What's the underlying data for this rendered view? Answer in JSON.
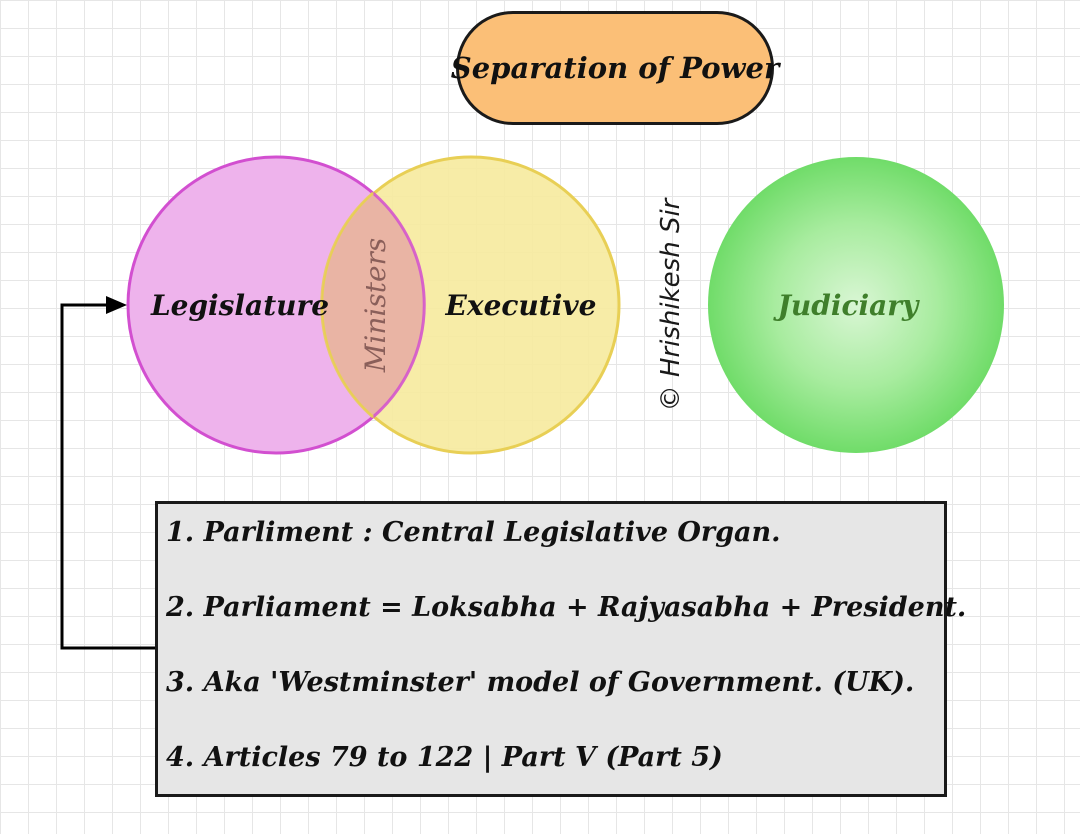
{
  "title": "Separation of Power",
  "circles": {
    "legislature": "Legislature",
    "ministers": "Ministers",
    "executive": "Executive",
    "judiciary": "Judiciary"
  },
  "credit": "© Hrishikesh Sir",
  "notes": [
    "1. Parliment : Central Legislative Organ.",
    "2. Parliament = Loksabha + Rajyasabha + President.",
    "3. Aka 'Westminster' model of Government. (UK).",
    "4. Articles 79 to 122 | Part V (Part 5)"
  ],
  "colors": {
    "title_fill": "#fbbf77",
    "legislature_fill": "#eeb3ec",
    "legislature_stroke": "#d24fd0",
    "executive_fill": "#f6eaa0",
    "executive_stroke": "#e8cf55",
    "judiciary_fill": "#7ee07a",
    "judiciary_text": "#3f7f2b",
    "ministers_text": "#8a5f5a",
    "notes_fill": "#e6e6e6"
  }
}
